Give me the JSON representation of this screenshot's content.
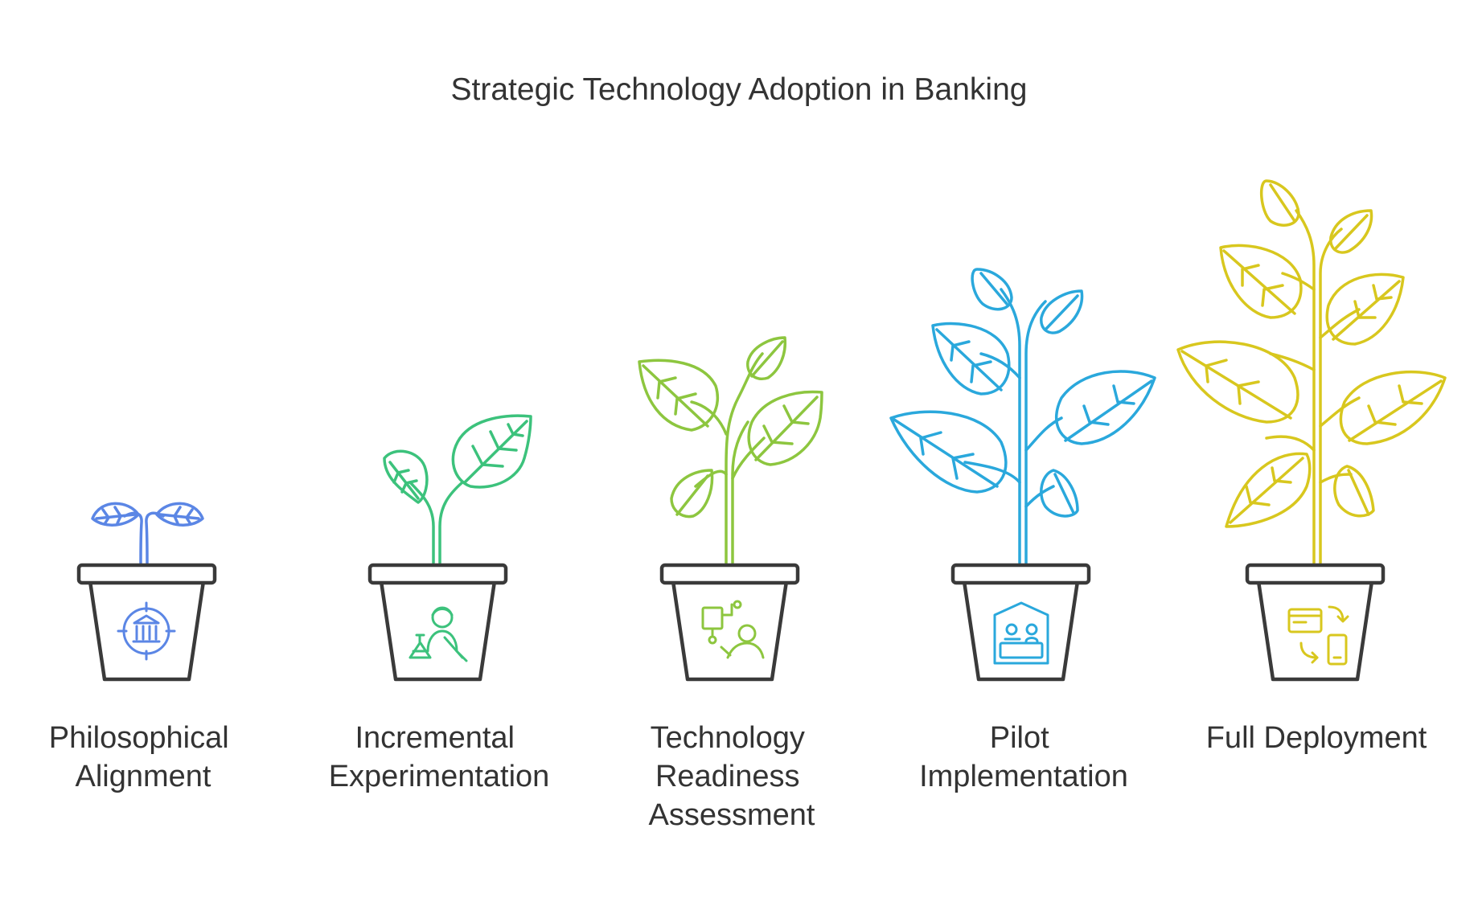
{
  "title": "Strategic Technology Adoption in Banking",
  "stages": [
    {
      "label_lines": [
        "Philosophical",
        "Alignment"
      ],
      "color": "#5B86E5",
      "icon": "bank-target-icon"
    },
    {
      "label_lines": [
        "Incremental",
        "Experimentation"
      ],
      "color": "#3CC27C",
      "icon": "scientist-flask-icon"
    },
    {
      "label_lines": [
        "Technology",
        "Readiness",
        "Assessment"
      ],
      "color": "#8DC63F",
      "icon": "person-tech-assessment-icon"
    },
    {
      "label_lines": [
        "Pilot",
        "Implementation"
      ],
      "color": "#2AA8DC",
      "icon": "bank-counter-pilot-icon"
    },
    {
      "label_lines": [
        "Full Deployment"
      ],
      "color": "#D8C71E",
      "icon": "card-to-mobile-sync-icon"
    }
  ]
}
